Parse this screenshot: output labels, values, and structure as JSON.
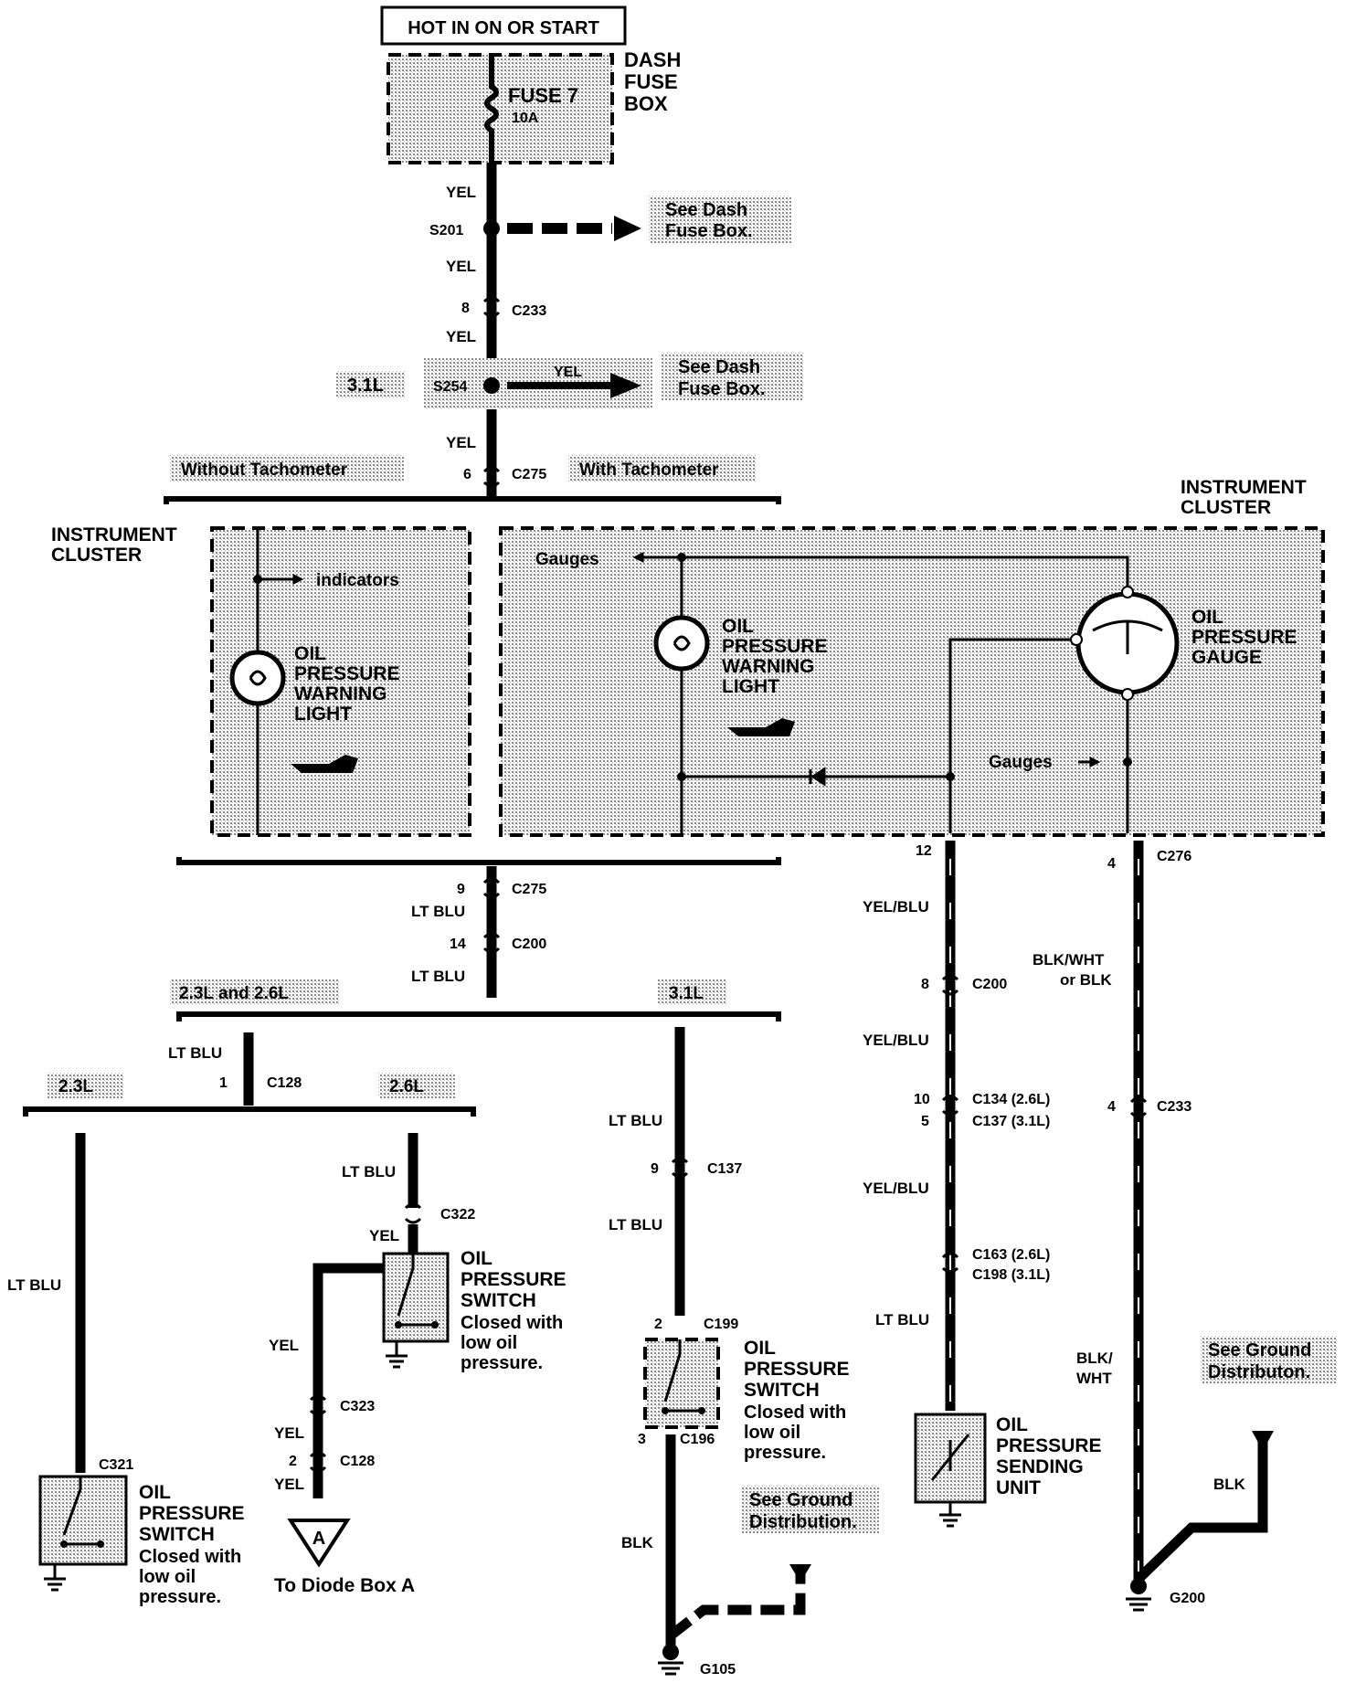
{
  "top": {
    "hot_label": "HOT IN ON OR START",
    "fuse_name": "FUSE 7",
    "fuse_rating": "10A",
    "fuse_box_label": [
      "DASH",
      "FUSE",
      "BOX"
    ],
    "see_dash_1": [
      "See Dash",
      "Fuse Box."
    ],
    "see_dash_2": [
      "See Dash",
      "Fuse Box."
    ]
  },
  "wires": {
    "yel": "YEL",
    "lt_blu": "LT BLU",
    "yel_blu": "YEL/BLU",
    "blk_wht_or_blk": [
      "BLK/WHT",
      "or BLK"
    ],
    "blk_wht": [
      "BLK/",
      "WHT"
    ],
    "blk": "BLK"
  },
  "splices": {
    "s201": "S201",
    "s254": "S254"
  },
  "connectors": {
    "c233": "C233",
    "c275": "C275",
    "c200": "C200",
    "c128": "C128",
    "c322": "C322",
    "c323": "C323",
    "c321": "C321",
    "c137": "C137",
    "c199": "C199",
    "c196": "C196",
    "c276": "C276",
    "c134": "C134 (2.6L)",
    "c137b": "C137 (3.1L)",
    "c163": "C163 (2.6L)",
    "c198": "C198 (3.1L)"
  },
  "pins": {
    "p8": "8",
    "p6": "6",
    "p9": "9",
    "p14": "14",
    "p1": "1",
    "p2": "2",
    "p3": "3",
    "p12": "12",
    "p4": "4",
    "p10": "10",
    "p5": "5"
  },
  "options": {
    "engine_31": "3.1L",
    "without_tach": "Without Tachometer",
    "with_tach": "With Tachometer",
    "engine_23_26": "2.3L and 2.6L",
    "engine_23": "2.3L",
    "engine_26": "2.6L"
  },
  "cluster": {
    "label": [
      "INSTRUMENT",
      "CLUSTER"
    ],
    "indicators": "indicators",
    "gauges": "Gauges",
    "warning_light": [
      "OIL",
      "PRESSURE",
      "WARNING",
      "LIGHT"
    ],
    "gauge": [
      "OIL",
      "PRESSURE",
      "GAUGE"
    ]
  },
  "components": {
    "switch": [
      "OIL",
      "PRESSURE",
      "SWITCH"
    ],
    "switch_note": [
      "Closed with",
      "low oil",
      "pressure."
    ],
    "sending_unit": [
      "OIL",
      "PRESSURE",
      "SENDING",
      "UNIT"
    ],
    "diode_letter": "A",
    "diode_label": "To Diode Box A"
  },
  "grounds": {
    "g105": "G105",
    "g200": "G200",
    "see_ground": [
      "See Ground",
      "Distribution."
    ],
    "see_ground_2": [
      "See Ground",
      "Distributon."
    ]
  }
}
